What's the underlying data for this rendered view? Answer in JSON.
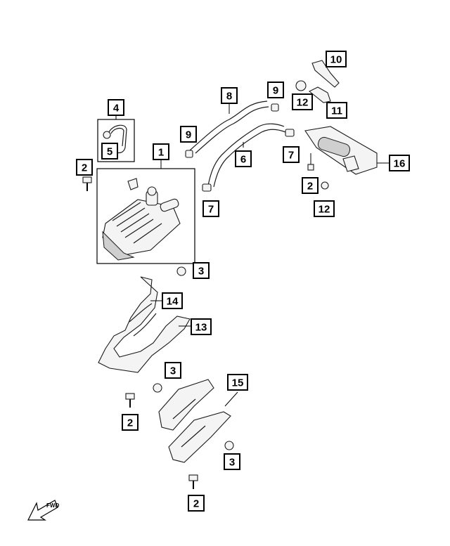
{
  "callouts": [
    {
      "id": "c1",
      "label": "1"
    },
    {
      "id": "c2a",
      "label": "2"
    },
    {
      "id": "c2b",
      "label": "2"
    },
    {
      "id": "c2c",
      "label": "2"
    },
    {
      "id": "c2d",
      "label": "2"
    },
    {
      "id": "c3a",
      "label": "3"
    },
    {
      "id": "c3b",
      "label": "3"
    },
    {
      "id": "c3c",
      "label": "3"
    },
    {
      "id": "c4",
      "label": "4"
    },
    {
      "id": "c5",
      "label": "5"
    },
    {
      "id": "c6",
      "label": "6"
    },
    {
      "id": "c7a",
      "label": "7"
    },
    {
      "id": "c7b",
      "label": "7"
    },
    {
      "id": "c8",
      "label": "8"
    },
    {
      "id": "c9a",
      "label": "9"
    },
    {
      "id": "c9b",
      "label": "9"
    },
    {
      "id": "c10",
      "label": "10"
    },
    {
      "id": "c11",
      "label": "11"
    },
    {
      "id": "c12a",
      "label": "12"
    },
    {
      "id": "c12b",
      "label": "12"
    },
    {
      "id": "c13",
      "label": "13"
    },
    {
      "id": "c14",
      "label": "14"
    },
    {
      "id": "c15",
      "label": "15"
    },
    {
      "id": "c16",
      "label": "16"
    }
  ],
  "fwd_arrow_label": "FWD"
}
